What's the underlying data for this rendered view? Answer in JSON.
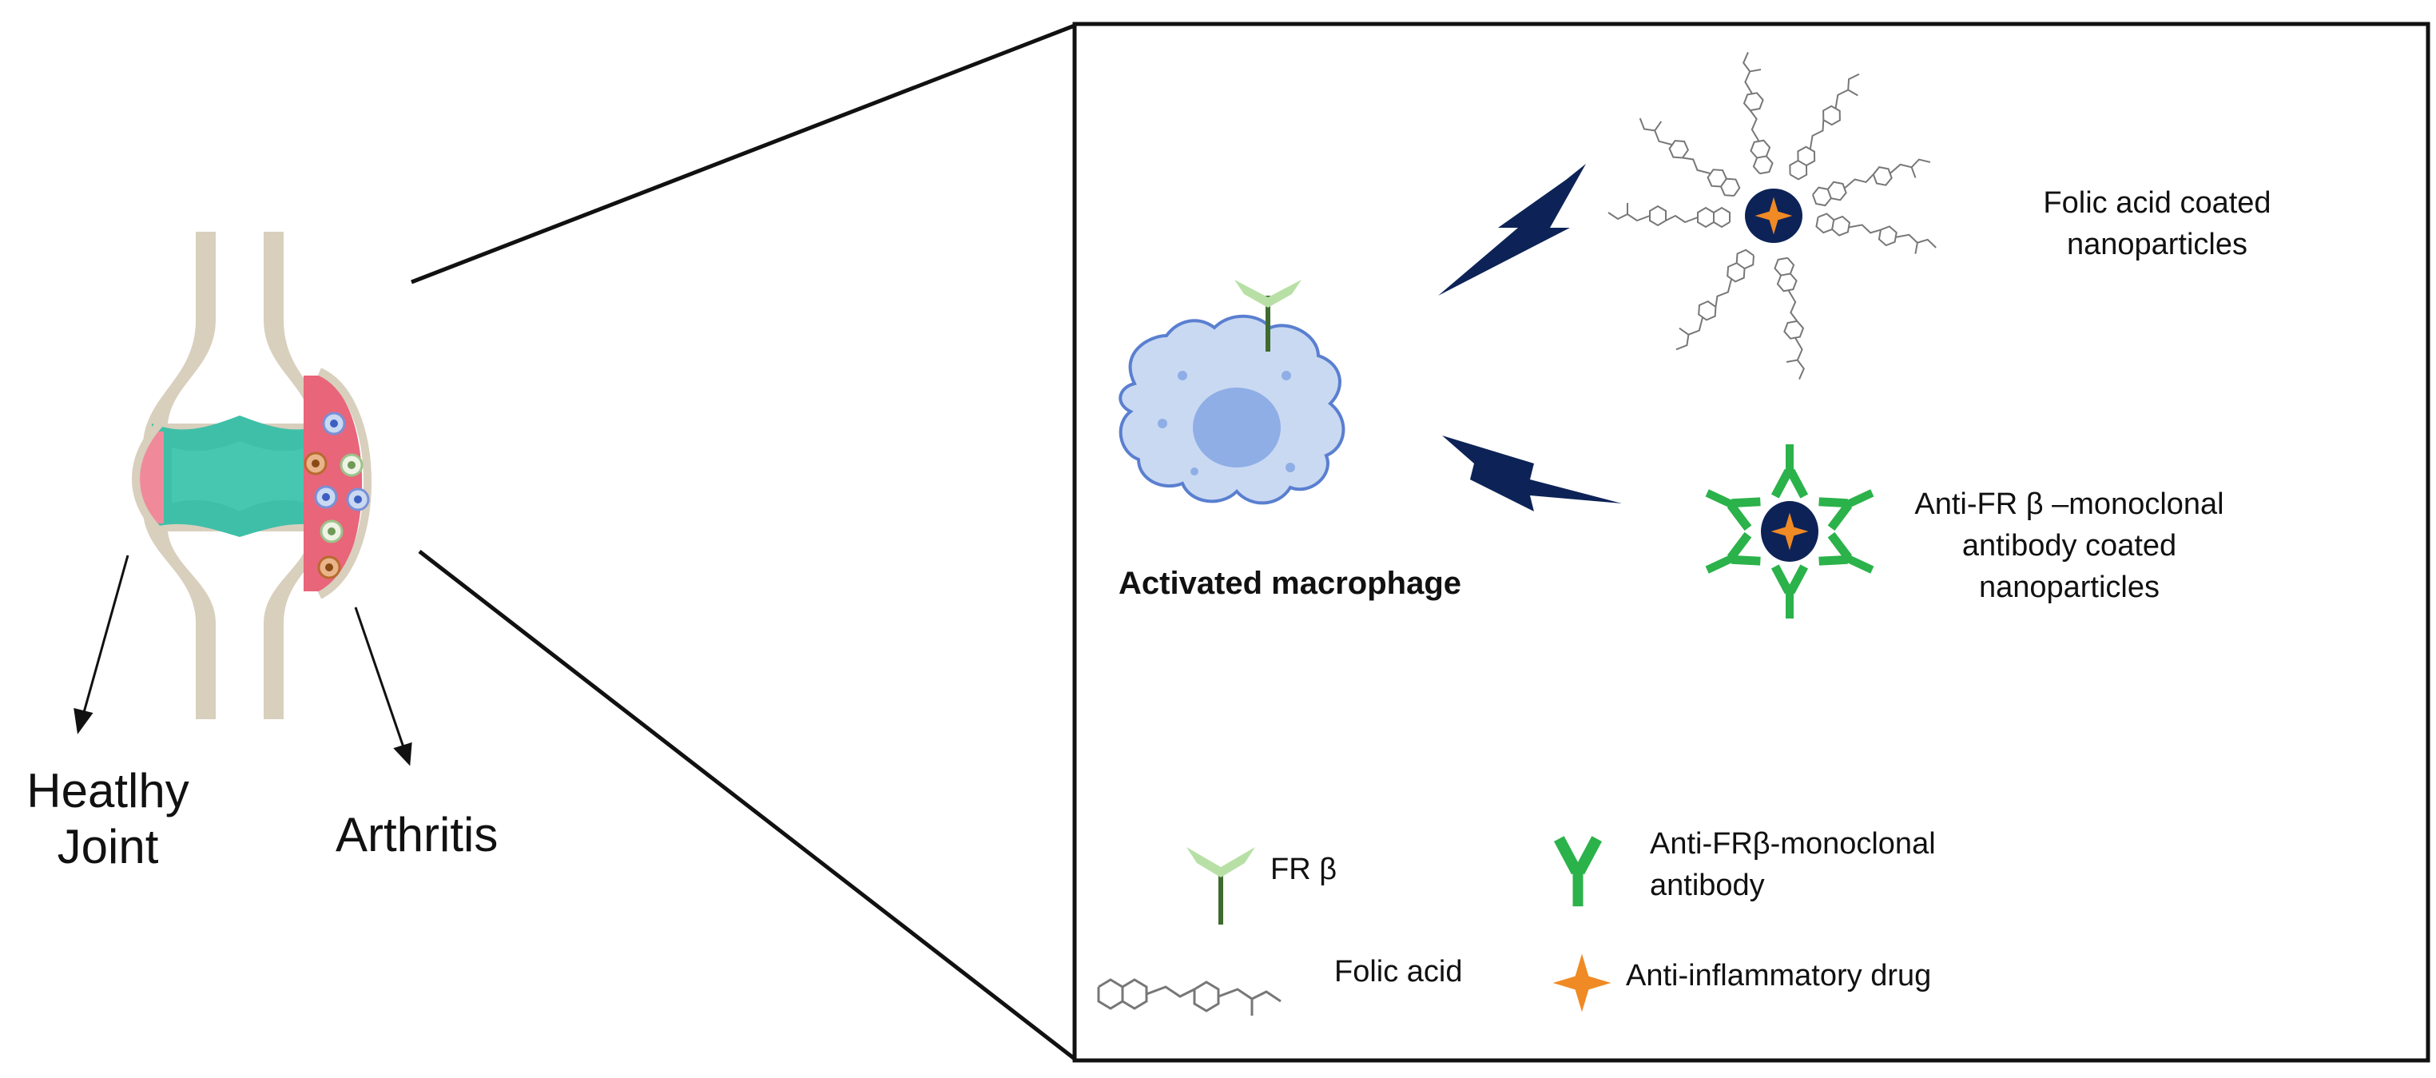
{
  "joint": {
    "healthy_label_line1": "Heatlhy",
    "healthy_label_line2": "Joint",
    "arthritis_label": "Arthritis"
  },
  "panel": {
    "macrophage_label": "Activated macrophage",
    "folic_np_line1": "Folic acid coated",
    "folic_np_line2": "nanoparticles",
    "antibody_np_line1": "Anti-FR β –monoclonal",
    "antibody_np_line2": "antibody coated",
    "antibody_np_line3": "nanoparticles"
  },
  "legend": {
    "fr_beta": "FR β",
    "antibody_line1": "Anti-FRβ-monoclonal",
    "antibody_line2": "antibody",
    "folic_acid": "Folic acid",
    "drug": "Anti-inflammatory  drug"
  },
  "colors": {
    "bone": "#d8cfbd",
    "cartilage": "#3fbfa8",
    "inflamed_synovium": "#e8657a",
    "macrophage_body": "#c9d9f2",
    "macrophage_nucleus": "#8faee6",
    "receptor": "#b8e0a6",
    "antibody": "#2bb24a",
    "lightning": "#0d2357",
    "nanoparticle_core": "#0d2357",
    "drug": "#f08a24"
  }
}
